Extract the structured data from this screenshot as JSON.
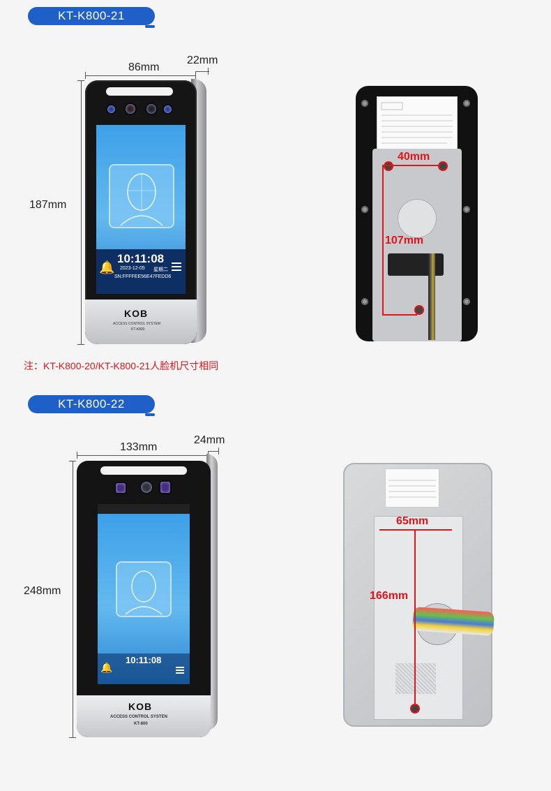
{
  "sections": [
    {
      "model": "KT-K800-21",
      "dims": {
        "width": "86mm",
        "depth": "22mm",
        "height": "187mm",
        "hole_spacing": "40mm",
        "mount_height": "107mm"
      },
      "screen": {
        "time": "10:11:08",
        "date": "2023-12-05",
        "weekday": "星期二",
        "sn": "SN:FFFFEE56E47FEDD6"
      },
      "brand": "KOB",
      "caption": "ACCESS CONTROL SYSTEM",
      "device_model": "KT-K800"
    },
    {
      "model": "KT-K800-22",
      "dims": {
        "width": "133mm",
        "depth": "24mm",
        "height": "248mm",
        "hole_spacing": "65mm",
        "mount_height": "166mm"
      },
      "screen": {
        "time": "10:11:08"
      },
      "brand": "KOB",
      "caption": "ACCESS CONTROL SYSTEN",
      "device_model": "KT-800"
    }
  ],
  "note": "注：KT-K800-20/KT-K800-21人脸机尺寸相同",
  "colors": {
    "accent": "#1f5fc8",
    "note": "#e0151b"
  }
}
